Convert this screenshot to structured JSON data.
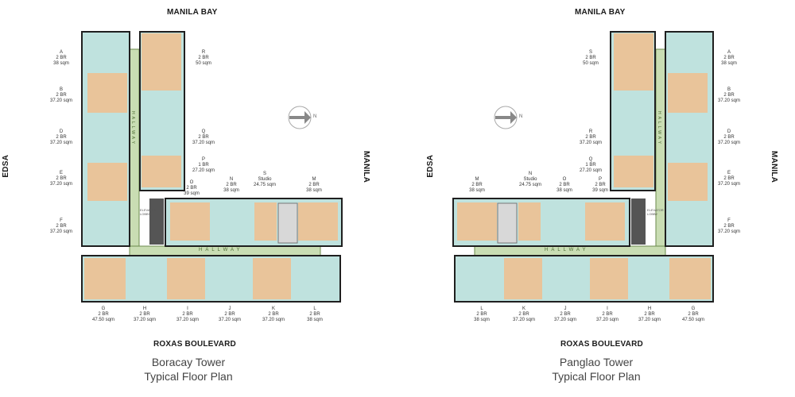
{
  "left": {
    "north": "MANILA BAY",
    "south": "ROXAS BOULEVARD",
    "west": "EDSA",
    "east": "MANILA",
    "caption_line1": "Boracay Tower",
    "caption_line2": "Typical Floor Plan",
    "hallway_h": "HALLWAY",
    "hallway_v": "HALLWAY",
    "elevator": "ELEVATOR LOBBY",
    "compass": "N",
    "units": [
      {
        "id": "A",
        "type": "2 BR",
        "area": "38 sqm"
      },
      {
        "id": "B",
        "type": "2 BR",
        "area": "37.20 sqm"
      },
      {
        "id": "D",
        "type": "2 BR",
        "area": "37.20 sqm"
      },
      {
        "id": "E",
        "type": "2 BR",
        "area": "37.20 sqm"
      },
      {
        "id": "F",
        "type": "2 BR",
        "area": "37.20 sqm"
      },
      {
        "id": "R",
        "type": "2 BR",
        "area": "50 sqm"
      },
      {
        "id": "Q",
        "type": "2 BR",
        "area": "37.20 sqm"
      },
      {
        "id": "P",
        "type": "1 BR",
        "area": "27.20 sqm"
      },
      {
        "id": "O",
        "type": "2 BR",
        "area": "39 sqm"
      },
      {
        "id": "N",
        "type": "2 BR",
        "area": "38 sqm"
      },
      {
        "id": "S",
        "type": "Studio",
        "area": "24.75 sqm"
      },
      {
        "id": "M",
        "type": "2 BR",
        "area": "38 sqm"
      },
      {
        "id": "G",
        "type": "2 BR",
        "area": "47.50 sqm"
      },
      {
        "id": "H",
        "type": "2 BR",
        "area": "37.20 sqm"
      },
      {
        "id": "I",
        "type": "2 BR",
        "area": "37.20 sqm"
      },
      {
        "id": "J",
        "type": "2 BR",
        "area": "37.20 sqm"
      },
      {
        "id": "K",
        "type": "2 BR",
        "area": "37.20 sqm"
      },
      {
        "id": "L",
        "type": "2 BR",
        "area": "38 sqm"
      }
    ]
  },
  "right": {
    "north": "MANILA BAY",
    "south": "ROXAS BOULEVARD",
    "west": "EDSA",
    "east": "MANILA",
    "caption_line1": "Panglao Tower",
    "caption_line2": "Typical Floor Plan",
    "hallway_h": "HALLWAY",
    "hallway_v": "HALLWAY",
    "elevator": "ELEVATOR LOBBY",
    "compass": "N",
    "units": [
      {
        "id": "S",
        "type": "2 BR",
        "area": "50 sqm"
      },
      {
        "id": "R",
        "type": "2 BR",
        "area": "37.20 sqm"
      },
      {
        "id": "Q",
        "type": "1 BR",
        "area": "27.20 sqm"
      },
      {
        "id": "A",
        "type": "2 BR",
        "area": "38 sqm"
      },
      {
        "id": "B",
        "type": "2 BR",
        "area": "37.20 sqm"
      },
      {
        "id": "D",
        "type": "2 BR",
        "area": "37.20 sqm"
      },
      {
        "id": "E",
        "type": "2 BR",
        "area": "37.20 sqm"
      },
      {
        "id": "F",
        "type": "2 BR",
        "area": "37.20 sqm"
      },
      {
        "id": "M",
        "type": "2 BR",
        "area": "38 sqm"
      },
      {
        "id": "N",
        "type": "Studio",
        "area": "24.75 sqm"
      },
      {
        "id": "O",
        "type": "2 BR",
        "area": "38 sqm"
      },
      {
        "id": "P",
        "type": "2 BR",
        "area": "39 sqm"
      },
      {
        "id": "L",
        "type": "2 BR",
        "area": "38 sqm"
      },
      {
        "id": "K",
        "type": "2 BR",
        "area": "37.20 sqm"
      },
      {
        "id": "J",
        "type": "2 BR",
        "area": "37.20 sqm"
      },
      {
        "id": "I",
        "type": "2 BR",
        "area": "37.20 sqm"
      },
      {
        "id": "H",
        "type": "2 BR",
        "area": "37.20 sqm"
      },
      {
        "id": "G",
        "type": "2 BR",
        "area": "47.50 sqm"
      }
    ]
  },
  "colors": {
    "unit_teal": "#bfe2de",
    "unit_warm": "#e9c49a",
    "hallway": "#c9ddb3",
    "wall": "#1f1f1f",
    "compass": "#8a8a8a"
  }
}
